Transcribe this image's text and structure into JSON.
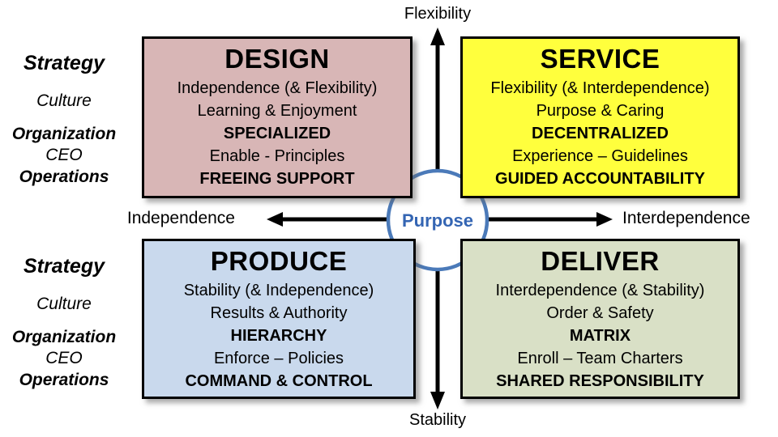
{
  "axes": {
    "top": "Flexibility",
    "bottom": "Stability",
    "left": "Independence",
    "right": "Interdependence"
  },
  "center": {
    "label": "Purpose"
  },
  "side_labels": {
    "strategy": "Strategy",
    "culture": "Culture",
    "organization": "Organization",
    "ceo": "CEO",
    "operations": "Operations"
  },
  "quadrants": {
    "design": {
      "title": "DESIGN",
      "line1": "Independence (& Flexibility)",
      "line2": "Learning & Enjoyment",
      "keyword1": "SPECIALIZED",
      "line3": "Enable - Principles",
      "keyword2": "FREEING SUPPORT"
    },
    "service": {
      "title": "SERVICE",
      "line1": "Flexibility (& Interdependence)",
      "line2": "Purpose & Caring",
      "keyword1": "DECENTRALIZED",
      "line3": "Experience – Guidelines",
      "keyword2": "GUIDED ACCOUNTABILITY"
    },
    "produce": {
      "title": "PRODUCE",
      "line1": "Stability (& Independence)",
      "line2": "Results & Authority",
      "keyword1": "HIERARCHY",
      "line3": "Enforce – Policies",
      "keyword2": "COMMAND & CONTROL"
    },
    "deliver": {
      "title": "DELIVER",
      "line1": "Interdependence (& Stability)",
      "line2": "Order & Safety",
      "keyword1": "MATRIX",
      "line3": "Enroll – Team Charters",
      "keyword2": "SHARED RESPONSIBILITY"
    }
  },
  "colors": {
    "design_bg": "#d8b6b6",
    "service_bg": "#ffff3d",
    "produce_bg": "#c9d9ed",
    "deliver_bg": "#d9e0c6",
    "axis_color": "#000000",
    "circle_stroke": "#4b7ab9",
    "purpose_text": "#3465b3"
  }
}
